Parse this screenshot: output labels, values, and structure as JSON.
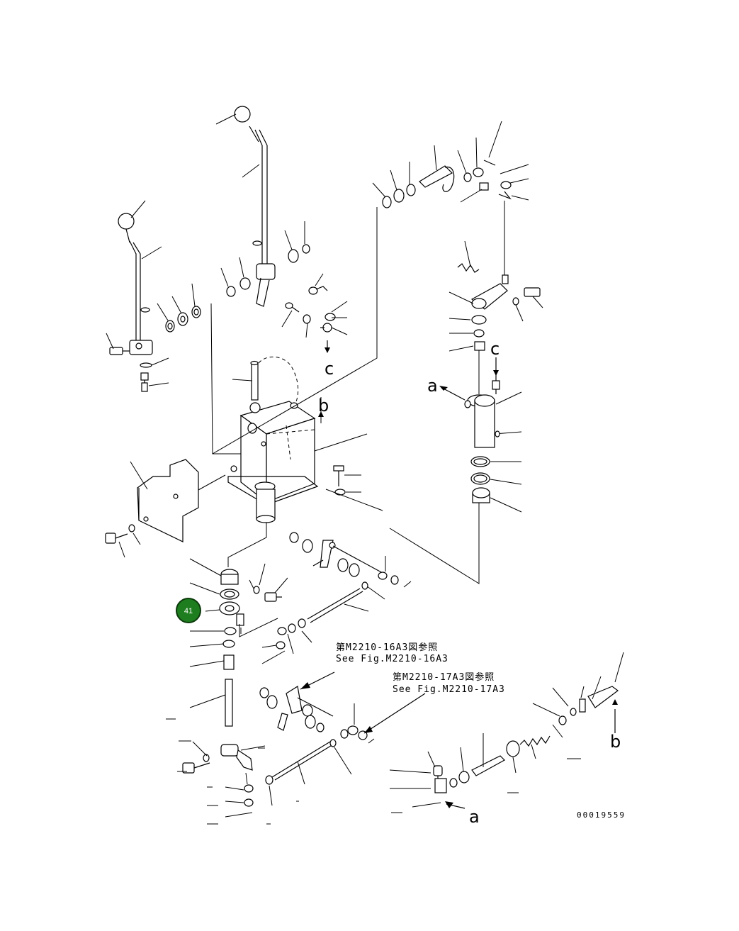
{
  "diagram": {
    "reference_1_jp": "第M2210-16A3図参照",
    "reference_1_en": "See Fig.M2210-16A3",
    "reference_2_jp": "第M2210-17A3図参照",
    "reference_2_en": "See Fig.M2210-17A3",
    "letter_a": "a",
    "letter_b": "b",
    "letter_c": "c",
    "drawing_number": "00019559",
    "highlighted_part_number": "41",
    "badge_color": "#1e7d1e",
    "badge_border": "#0c3a0c"
  }
}
